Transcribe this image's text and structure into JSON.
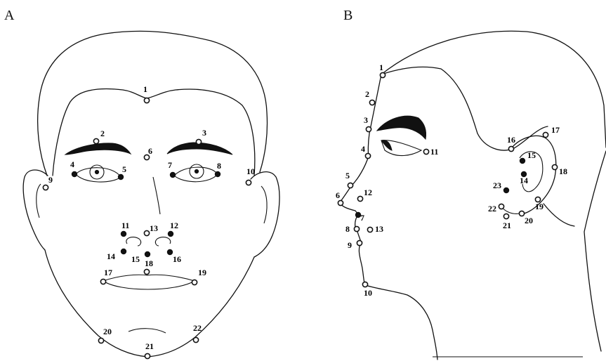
{
  "panels": [
    {
      "letter": "A",
      "view": "frontal",
      "landmarks": [
        {
          "label": "1",
          "marker": "open"
        },
        {
          "label": "2",
          "marker": "open"
        },
        {
          "label": "3",
          "marker": "open"
        },
        {
          "label": "4",
          "marker": "filled"
        },
        {
          "label": "5",
          "marker": "filled"
        },
        {
          "label": "6",
          "marker": "open"
        },
        {
          "label": "7",
          "marker": "filled"
        },
        {
          "label": "8",
          "marker": "filled"
        },
        {
          "label": "9",
          "marker": "open"
        },
        {
          "label": "10",
          "marker": "open"
        },
        {
          "label": "11",
          "marker": "filled"
        },
        {
          "label": "12",
          "marker": "filled"
        },
        {
          "label": "13",
          "marker": "open"
        },
        {
          "label": "14",
          "marker": "filled"
        },
        {
          "label": "15",
          "marker": "filled"
        },
        {
          "label": "16",
          "marker": "filled"
        },
        {
          "label": "17",
          "marker": "open"
        },
        {
          "label": "18",
          "marker": "open"
        },
        {
          "label": "19",
          "marker": "open"
        },
        {
          "label": "20",
          "marker": "open"
        },
        {
          "label": "21",
          "marker": "open"
        },
        {
          "label": "22",
          "marker": "open"
        }
      ]
    },
    {
      "letter": "B",
      "view": "profile",
      "landmarks": [
        {
          "label": "1",
          "marker": "open"
        },
        {
          "label": "2",
          "marker": "open"
        },
        {
          "label": "3",
          "marker": "open"
        },
        {
          "label": "4",
          "marker": "open"
        },
        {
          "label": "5",
          "marker": "open"
        },
        {
          "label": "6",
          "marker": "open"
        },
        {
          "label": "7",
          "marker": "filled"
        },
        {
          "label": "8",
          "marker": "open"
        },
        {
          "label": "9",
          "marker": "open"
        },
        {
          "label": "10",
          "marker": "open"
        },
        {
          "label": "11",
          "marker": "open"
        },
        {
          "label": "12",
          "marker": "open"
        },
        {
          "label": "13",
          "marker": "open"
        },
        {
          "label": "14",
          "marker": "filled"
        },
        {
          "label": "15",
          "marker": "filled"
        },
        {
          "label": "16",
          "marker": "open"
        },
        {
          "label": "17",
          "marker": "open"
        },
        {
          "label": "18",
          "marker": "open"
        },
        {
          "label": "19",
          "marker": "open"
        },
        {
          "label": "20",
          "marker": "open"
        },
        {
          "label": "21",
          "marker": "open"
        },
        {
          "label": "22",
          "marker": "open"
        },
        {
          "label": "23",
          "marker": "filled"
        }
      ]
    }
  ]
}
